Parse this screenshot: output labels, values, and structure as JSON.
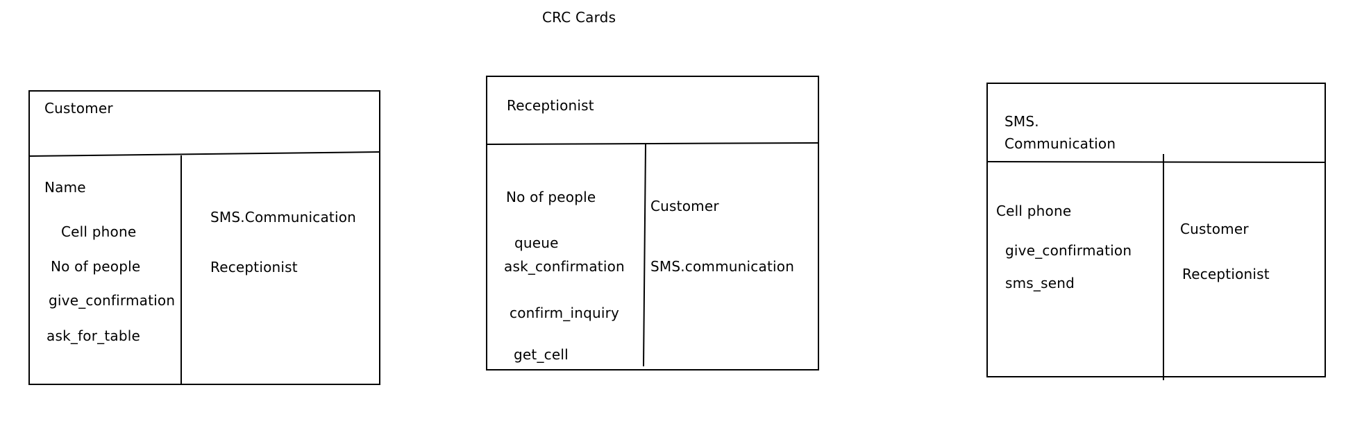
{
  "title": "CRC Cards",
  "cards": [
    {
      "class_name": "Customer",
      "responsibilities": [
        "Name",
        "Cell phone",
        "No of people",
        "give_confirmation",
        "ask_for_table"
      ],
      "collaborators": [
        "SMS.Communication",
        "Receptionist"
      ]
    },
    {
      "class_name": "Receptionist",
      "responsibilities": [
        "No of people",
        "queue",
        "ask_confirmation",
        "confirm_inquiry",
        "get_cell"
      ],
      "collaborators": [
        "Customer",
        "SMS.communication"
      ]
    },
    {
      "class_name": "SMS.\nCommunication",
      "responsibilities": [
        "Cell phone",
        "give_confirmation",
        "sms_send"
      ],
      "collaborators": [
        "Customer",
        "Receptionist"
      ]
    }
  ]
}
